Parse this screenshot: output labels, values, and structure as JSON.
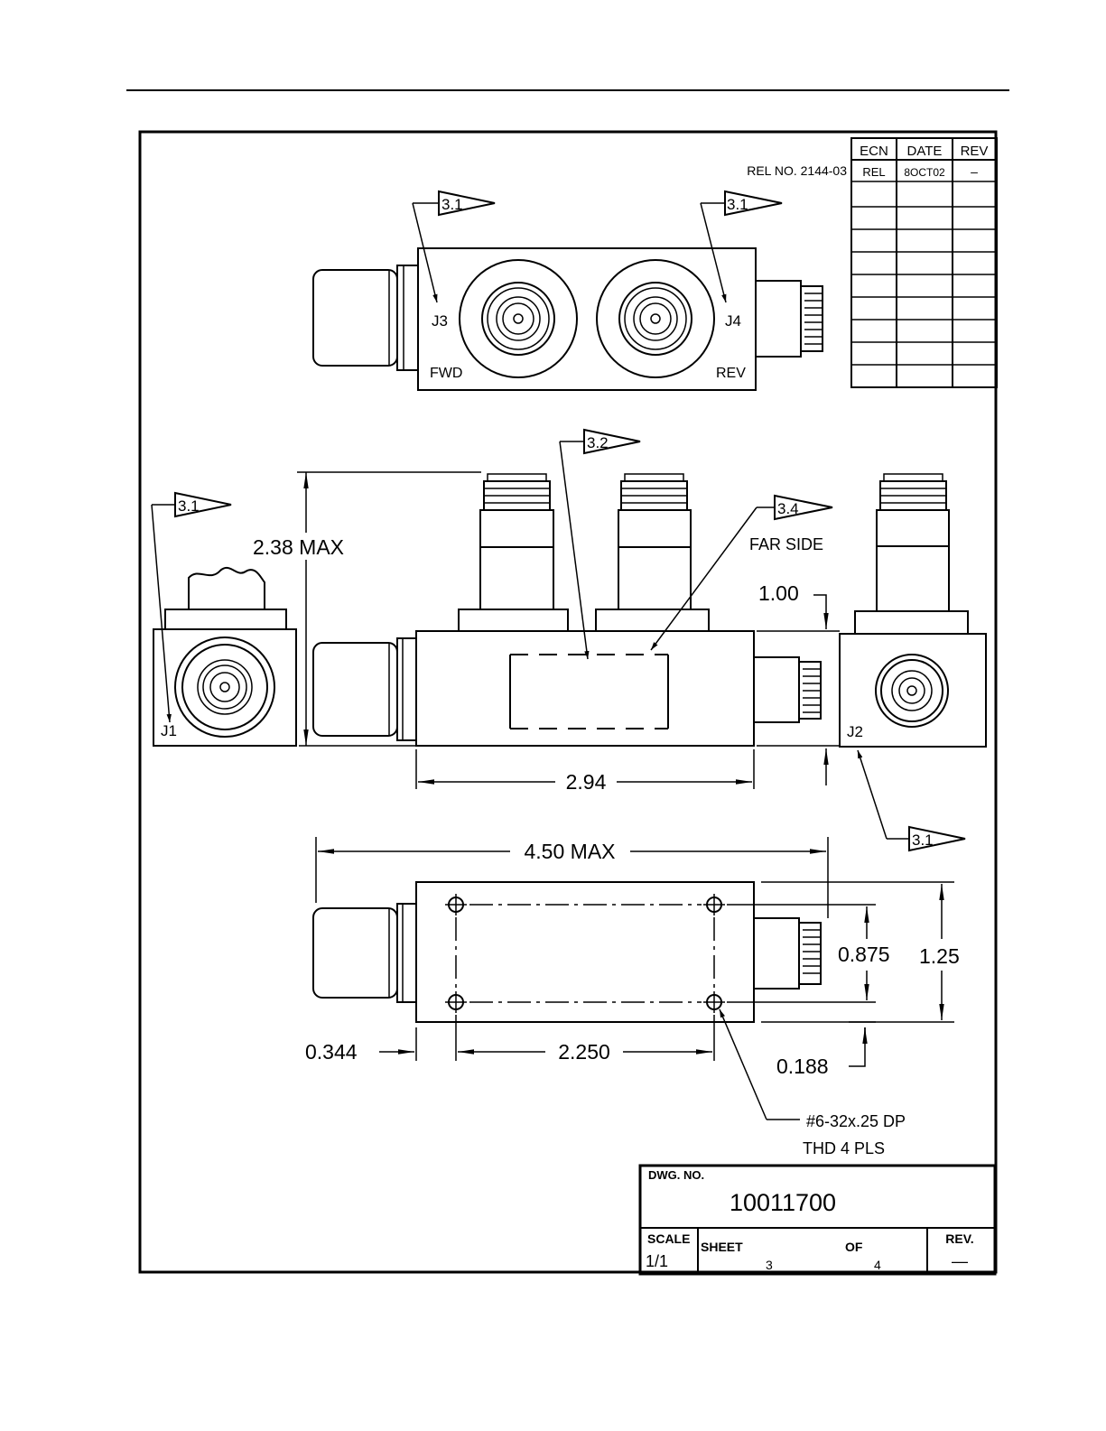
{
  "rev_table": {
    "headers": [
      "ECN",
      "DATE",
      "REV"
    ],
    "rows": [
      [
        "REL",
        "8OCT02",
        "–"
      ]
    ],
    "rel_no": "REL NO. 2144-03"
  },
  "notes": {
    "flag_3_1": "3.1",
    "flag_3_2": "3.2",
    "flag_3_4": "3.4",
    "far_side": "FAR SIDE"
  },
  "ports": {
    "j1": "J1",
    "j2": "J2",
    "j3": "J3",
    "j4": "J4",
    "fwd": "FWD",
    "rev": "REV"
  },
  "dimensions": {
    "height_max": "2.38 MAX",
    "offset_1_00": "1.00",
    "body_length": "2.94",
    "overall_length": "4.50 MAX",
    "hole_spacing_y": "0.875",
    "body_width": "1.25",
    "edge_offset_x": "0.344",
    "hole_spacing_x": "2.250",
    "edge_offset_y": "0.188",
    "thread_note_1": "#6-32x.25 DP",
    "thread_note_2": "THD 4 PLS"
  },
  "title_block": {
    "dwg_no_label": "DWG. NO.",
    "dwg_no": "10011700",
    "scale_label": "SCALE",
    "scale": "1/1",
    "sheet_label": "SHEET",
    "sheet": "3",
    "of_label": "OF",
    "of": "4",
    "rev_label": "REV.",
    "rev": "—"
  }
}
